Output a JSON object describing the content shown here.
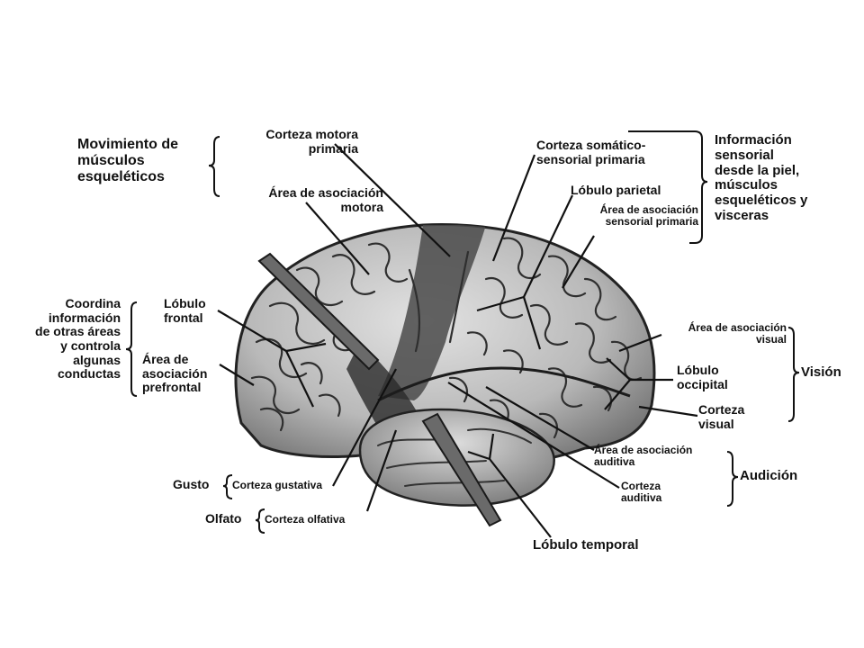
{
  "labels": {
    "movimiento": "Movimiento de\nmúsculos\nesqueléticos",
    "corteza_motora": "Corteza motora\nprimaria",
    "area_asoc_motora": "Área de asociación\nmotora",
    "corteza_somatico": "Corteza somático-\nsensorial primaria",
    "lobulo_parietal": "Lóbulo parietal",
    "area_asoc_sensorial": "Área de asociación\nsensorial primaria",
    "informacion_sensorial": "Información\nsensorial\ndesde la piel,\nmúsculos\nesqueléticos y\nvisceras",
    "coordina": "Coordina\ninformación\nde otras áreas\ny controla\nalgunas\nconductas",
    "lobulo_frontal": "Lóbulo\nfrontal",
    "area_prefrontal": "Área de\nasociación\nprefrontal",
    "area_asoc_visual": "Área de asociación\nvisual",
    "lobulo_occipital": "Lóbulo\noccipital",
    "corteza_visual": "Corteza\nvisual",
    "vision": "Visión",
    "area_asoc_auditiva": "Área de asociación\nauditiva",
    "corteza_auditiva": "Corteza\nauditiva",
    "audicion": "Audición",
    "gusto": "Gusto",
    "corteza_gustativa": "Corteza gustativa",
    "olfato": "Olfato",
    "corteza_olfativa": "Corteza olfativa",
    "lobulo_temporal": "Lóbulo temporal"
  },
  "colors": {
    "background": "#ffffff",
    "text": "#111111",
    "brain_light": "#cfcfcf",
    "brain_mid": "#9a9a9a",
    "brain_dark": "#3a3a3a",
    "motor_strip": "#4a4a4a"
  }
}
